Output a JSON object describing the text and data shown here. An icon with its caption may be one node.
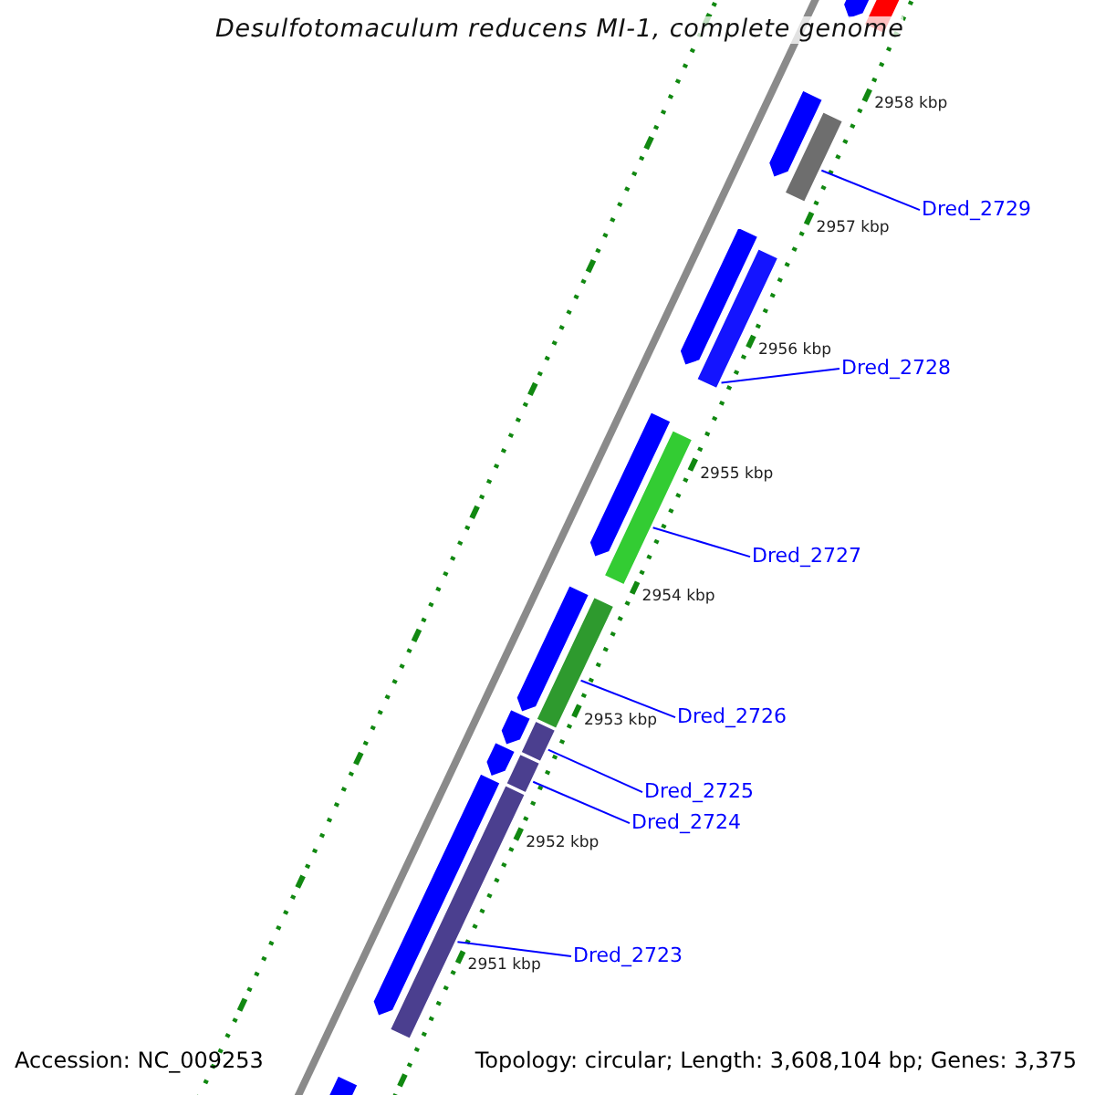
{
  "diagram": {
    "title": "Desulfotomaculum reducens MI-1, complete genome",
    "nodes": [
      {
        "text": [],
        "shape": "bar"
      },
      {
        "text": [
          "Dred_2729"
        ]
      },
      {
        "text": [],
        "shape": "bar"
      },
      {
        "text": [
          "Dred_2728"
        ]
      },
      {
        "text": [],
        "shape": "bar"
      },
      {
        "text": [
          "Dred_2727"
        ]
      },
      {
        "text": [],
        "shape": "bar"
      },
      {
        "text": [
          "Dred_2726"
        ]
      },
      {
        "text": [],
        "shape": "bar"
      },
      {
        "text": [
          "Dred_2725"
        ]
      },
      {
        "text": [],
        "shape": "bar"
      },
      {
        "text": [
          "Dred_2724"
        ]
      },
      {
        "text": [],
        "shape": "bar"
      },
      {
        "text": [
          "Dred_2723"
        ]
      }
    ],
    "edges": [
      {
        "from": 1,
        "to": 0,
        "arrow": "none"
      },
      {
        "from": 3,
        "to": 2,
        "arrow": "none"
      },
      {
        "from": 5,
        "to": 4,
        "arrow": "none"
      },
      {
        "from": 7,
        "to": 6,
        "arrow": "none"
      },
      {
        "from": 9,
        "to": 8,
        "arrow": "none"
      },
      {
        "from": 11,
        "to": 10,
        "arrow": "none"
      },
      {
        "from": 13,
        "to": 12,
        "arrow": "none"
      }
    ],
    "labels": [
      "2958 kbp",
      "2957 kbp",
      "2956 kbp",
      "2955 kbp",
      "2954 kbp",
      "2953 kbp",
      "2952 kbp",
      "2951 kbp",
      "Accession: NC_009253",
      "Topology: circular; Length: 3,608,104 bp; Genes: 3,375"
    ]
  }
}
